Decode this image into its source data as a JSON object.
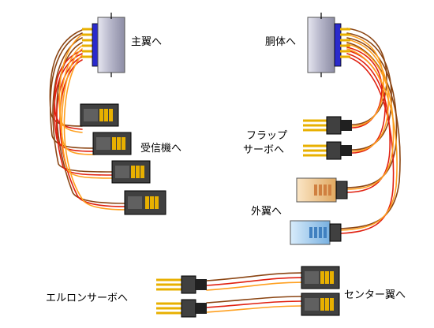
{
  "labels": {
    "main_wing": "主翼へ",
    "fuselage": "胴体へ",
    "receiver": "受信機へ",
    "flap_line1": "フラップ",
    "flap_line2": "サーボへ",
    "outer_wing": "外翼へ",
    "aileron": "エルロンサーボへ",
    "center_wing": "センター翼へ"
  },
  "colors": {
    "wire_brown": "#8b4513",
    "wire_red": "#e02010",
    "wire_orange": "#ffa020",
    "sub_d_metal": "#b8b8cc",
    "sub_d_pins": "#2a2acc",
    "pin_gold": "#e8b000",
    "servo_body": "#404040",
    "outer_connector_orange": "#f0c890",
    "outer_connector_blue": "#a8d0f0"
  },
  "icons": [
    "dsub-connector-icon",
    "servo-connector-icon",
    "plug-connector-icon"
  ]
}
